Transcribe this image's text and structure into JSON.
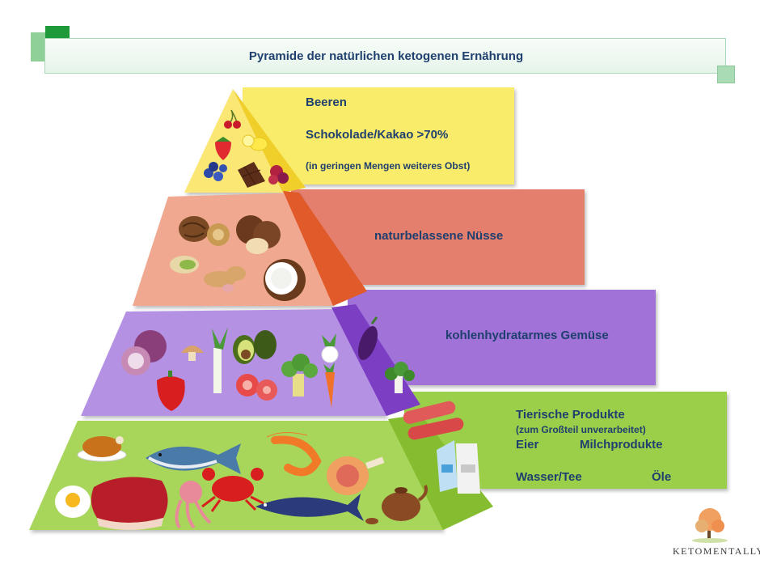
{
  "title": "Pyramide der natürlichen ketogenen Ernährung",
  "tiers": [
    {
      "id": "top",
      "lines": [
        "Beeren",
        "Schokolade/Kakao >70%",
        "(in geringen Mengen weiteres Obst)"
      ],
      "color": "#f8ec6a",
      "side": "#f0d020"
    },
    {
      "id": "nuts",
      "lines": [
        "naturbelassene Nüsse"
      ],
      "color": "#e47f6e",
      "side": "#e05a2a"
    },
    {
      "id": "veg",
      "lines": [
        "kohlenhydratarmes Gemüse"
      ],
      "color": "#a173d9",
      "side": "#7c3fc4"
    },
    {
      "id": "base",
      "lines": [
        "Tierische Produkte",
        "(zum Großteil unverarbeitet)",
        "Eier",
        "Milchprodukte",
        "Wasser/Tee",
        "Öle"
      ],
      "color": "#9ccf48",
      "side": "#86bd30"
    }
  ],
  "icons": [
    "cherry-icon",
    "strawberry-icon",
    "lemon-icon",
    "blueberry-icon",
    "chocolate-icon",
    "raspberry-icon",
    "walnut-icon",
    "hazelnut-icon",
    "pistachio-icon",
    "peanut-icon",
    "coconut-icon",
    "onion-icon",
    "mushroom-icon",
    "leek-icon",
    "avocado-icon",
    "eggplant-icon",
    "bell-pepper-icon",
    "tomato-icon",
    "broccoli-icon",
    "radish-icon",
    "carrot-icon",
    "chicken-icon",
    "tuna-fish-icon",
    "shrimp-icon",
    "egg-icon",
    "steak-icon",
    "octopus-icon",
    "crab-icon",
    "mackerel-fish-icon",
    "ham-icon",
    "teapot-icon",
    "sausage-icon",
    "milk-carton-icon"
  ],
  "logo": {
    "name": "KETOMENTALLY"
  }
}
